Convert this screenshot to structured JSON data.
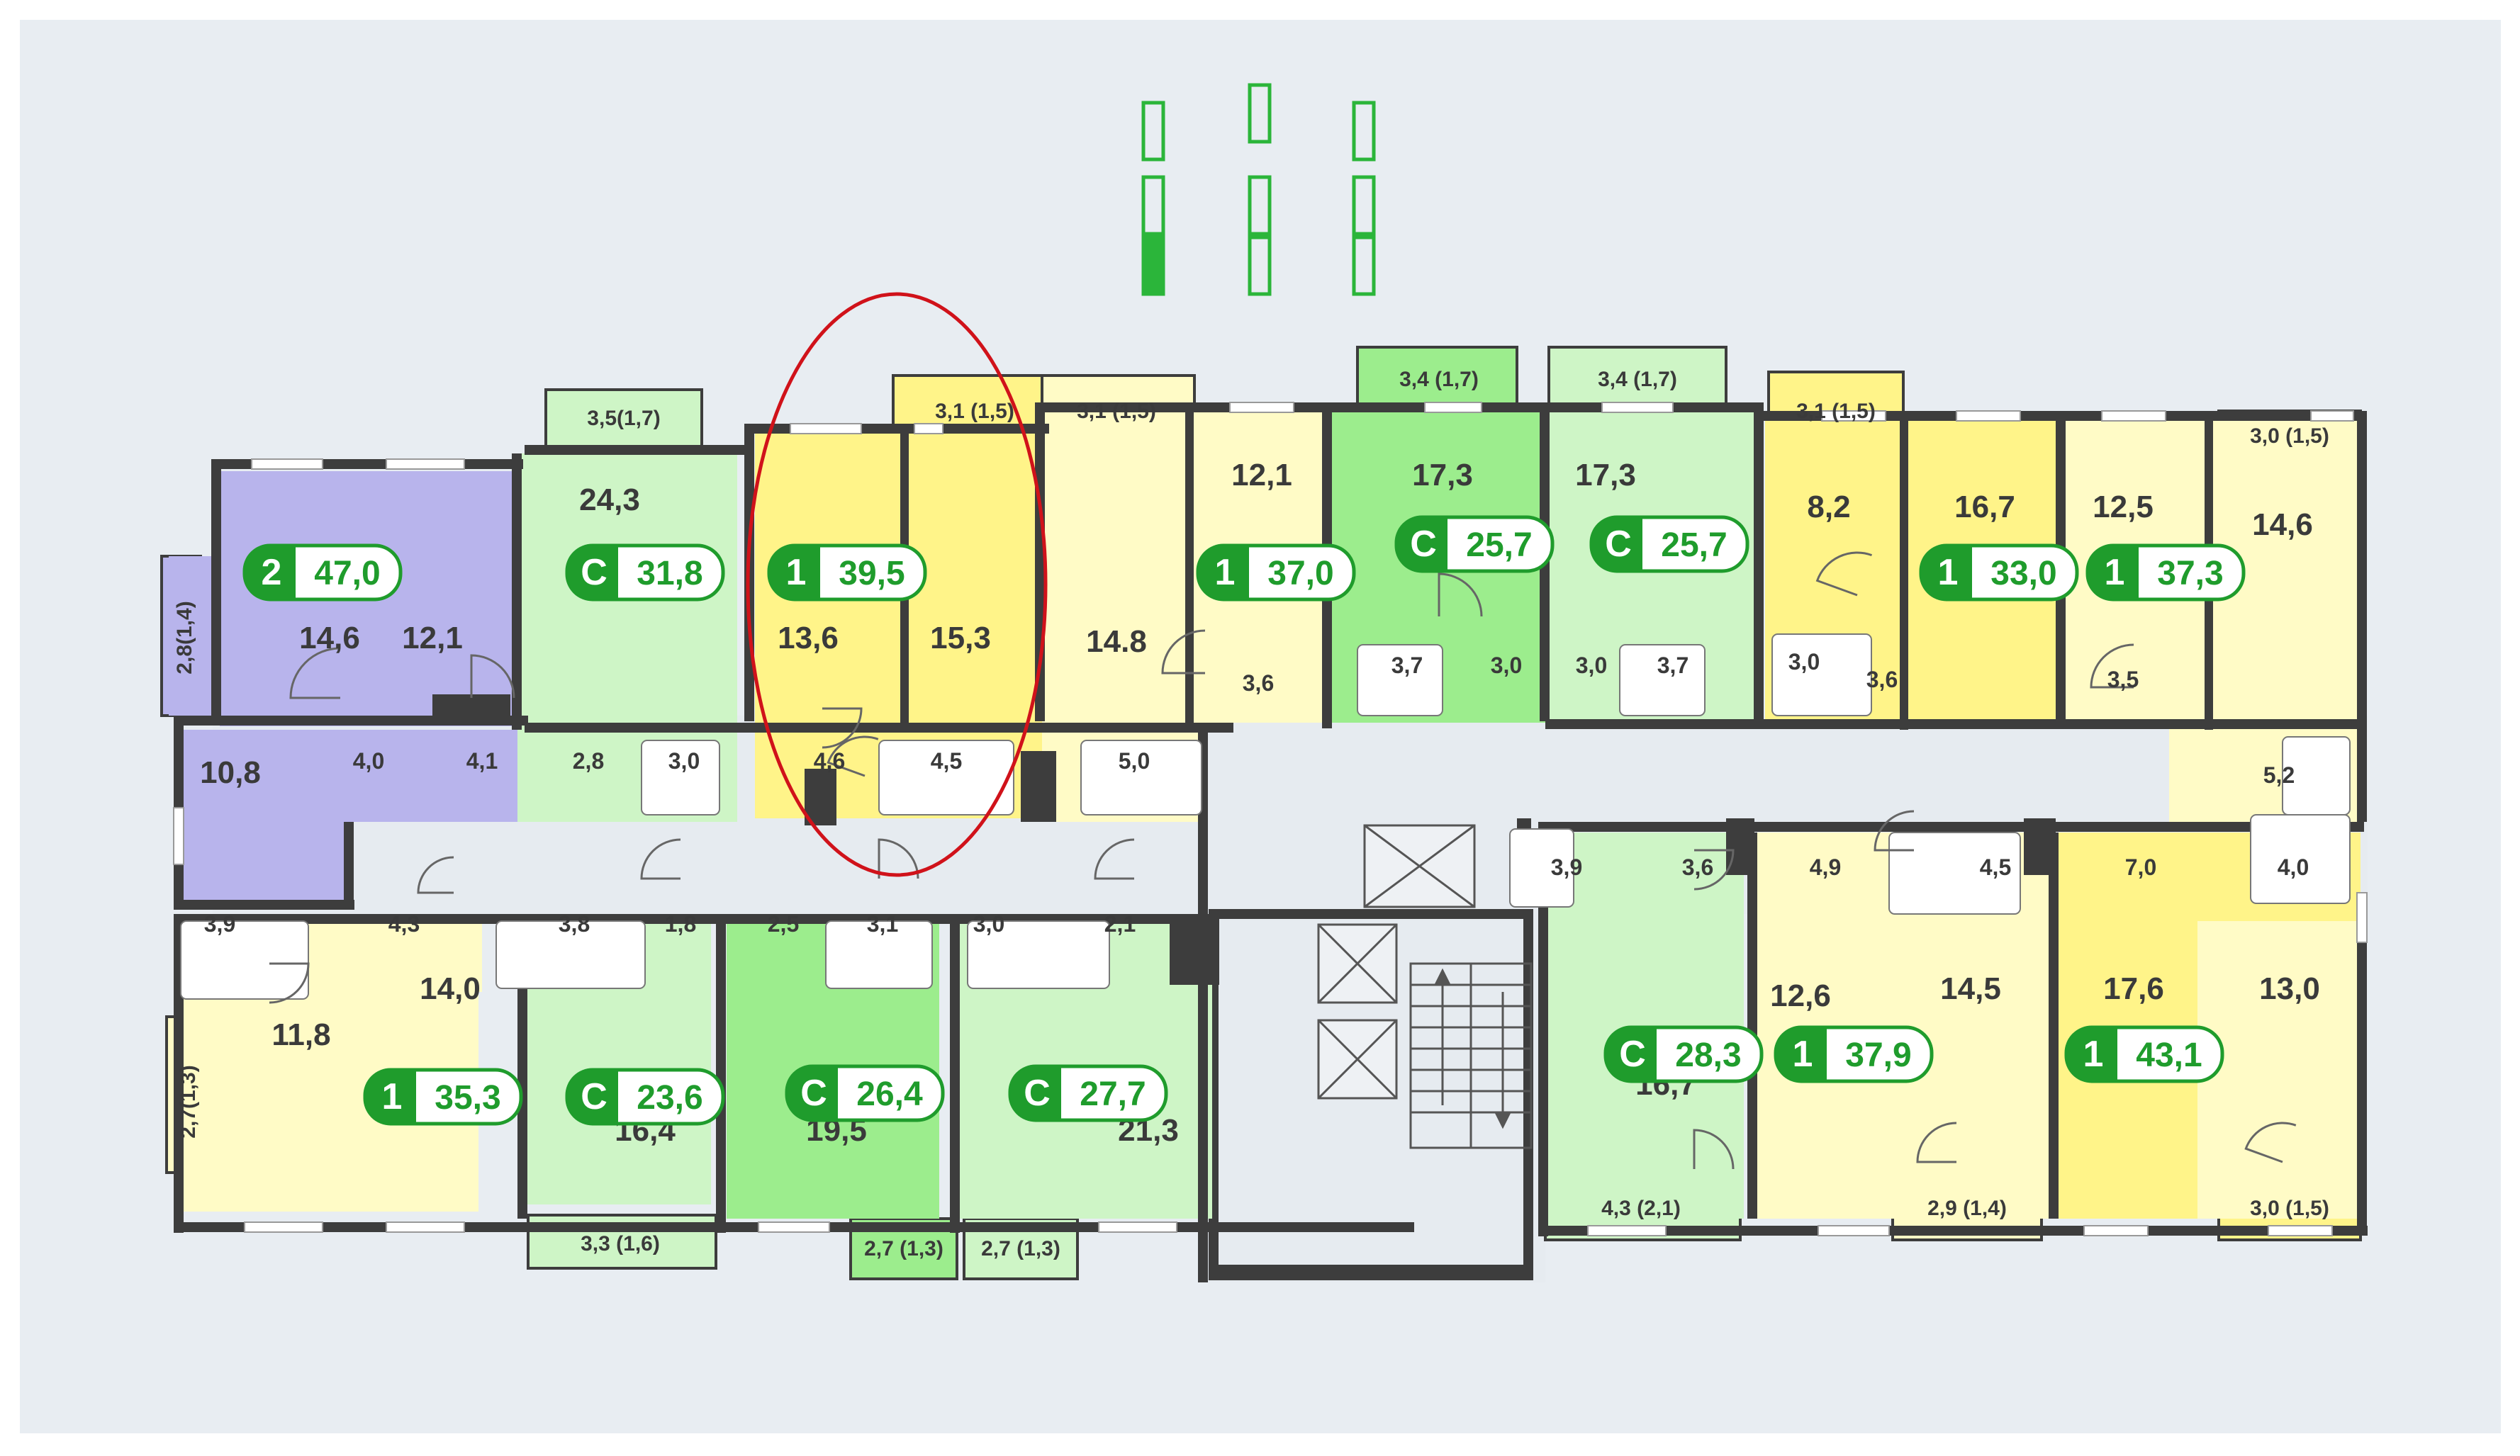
{
  "colors": {
    "background": "#e8edf2",
    "page": "#ffffff",
    "wall": "#3d3d3d",
    "corridor": "#e6ebf0",
    "purple": "#b8b4ec",
    "light_green": "#cef5c6",
    "green": "#9ced8d",
    "pale_yellow": "#fffbc6",
    "yellow": "#fff489",
    "badge": "#1f9c2c",
    "highlight": "#d0121a",
    "trees": "#2bb53a"
  },
  "apartments": [
    {
      "type": "2",
      "area": "47,0"
    },
    {
      "type": "C",
      "area": "31,8"
    },
    {
      "type": "1",
      "area": "39,5"
    },
    {
      "type": "1",
      "area": "37,0"
    },
    {
      "type": "C",
      "area": "25,7"
    },
    {
      "type": "C",
      "area": "25,7"
    },
    {
      "type": "1",
      "area": "33,0"
    },
    {
      "type": "1",
      "area": "37,3"
    },
    {
      "type": "1",
      "area": "35,3"
    },
    {
      "type": "C",
      "area": "23,6"
    },
    {
      "type": "C",
      "area": "26,4"
    },
    {
      "type": "C",
      "area": "27,7"
    },
    {
      "type": "C",
      "area": "28,3"
    },
    {
      "type": "1",
      "area": "37,9"
    },
    {
      "type": "1",
      "area": "43,1"
    }
  ],
  "room_labels": [
    "14,6",
    "12,1",
    "10,8",
    "4,0",
    "4,1",
    "24,3",
    "2,8",
    "3,0",
    "13,6",
    "15,3",
    "4,6",
    "4,5",
    "14.8",
    "5,0",
    "12,1",
    "3,6",
    "17,3",
    "3,7",
    "3,0",
    "17,3",
    "3,0",
    "3,7",
    "8,2",
    "3,0",
    "16,7",
    "3,6",
    "12,5",
    "3,5",
    "14,6",
    "5,2",
    "3,9",
    "4,3",
    "11,8",
    "14,0",
    "3,8",
    "1,8",
    "16,4",
    "2,5",
    "3,1",
    "19,5",
    "3,0",
    "2,1",
    "21,3",
    "3,9",
    "3,6",
    "16,7",
    "4,9",
    "4,5",
    "12,6",
    "14,5",
    "7,0",
    "4,0",
    "17,6",
    "13,0"
  ],
  "balcony_labels": [
    "3,5(1,7)",
    "3,1 (1,5)",
    "3,1 (1,5)",
    "3,4 (1,7)",
    "3,4 (1,7)",
    "3,1 (1,5)",
    "3,0 (1,5)",
    "2,8(1,4)",
    "2,7(1,3)",
    "3,3 (1,6)",
    "2,7 (1,3)",
    "2,7 (1,3)",
    "4,3 (2,1)",
    "2,9 (1,4)",
    "3,0 (1,5)"
  ]
}
